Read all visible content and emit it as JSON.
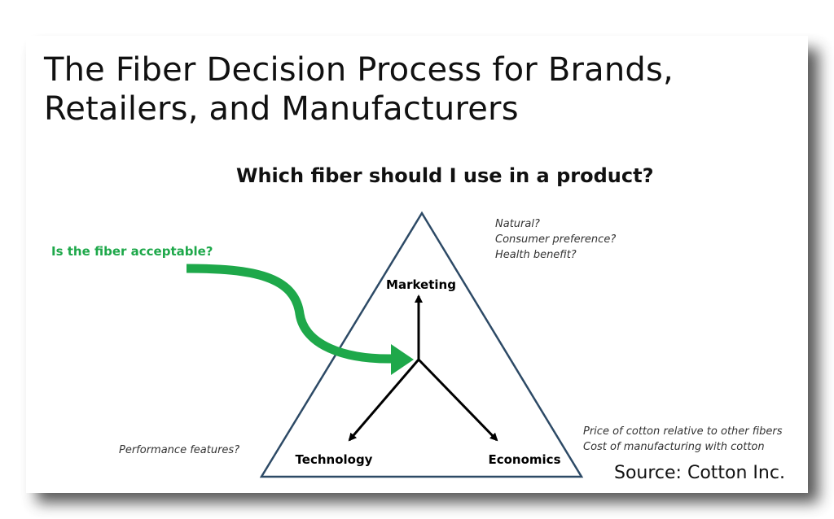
{
  "slide": {
    "title_line1": "The Fiber Decision Process for Brands,",
    "title_line2": "Retailers, and Manufacturers",
    "question": "Which fiber should I use in a product?",
    "callout": "Is the fiber acceptable?",
    "source": "Source: Cotton Inc."
  },
  "diagram": {
    "vertices": {
      "top": "Marketing",
      "bottom_left": "Technology",
      "bottom_right": "Economics"
    },
    "notes": {
      "marketing": [
        "Natural?",
        "Consumer preference?",
        "Health benefit?"
      ],
      "economics": [
        "Price of cotton relative to other fibers",
        "Cost of manufacturing with cotton"
      ],
      "technology": [
        "Performance features?"
      ]
    },
    "colors": {
      "triangle_stroke": "#2d4a66",
      "callout_arrow": "#1ea84a",
      "arrows": "#000000"
    }
  }
}
